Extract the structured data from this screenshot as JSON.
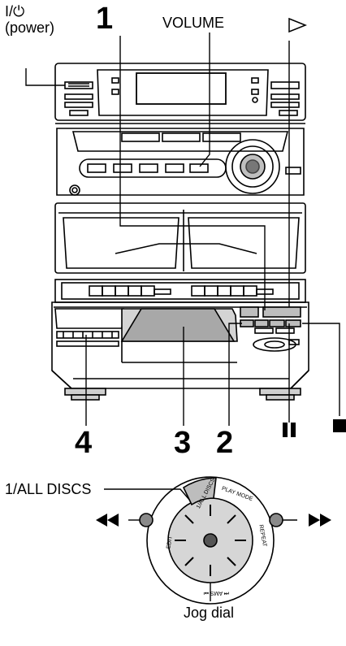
{
  "labels": {
    "power_symbol": "I/⏻",
    "power_text": "(power)",
    "volume": "VOLUME",
    "step1": "1",
    "step2": "2",
    "step3": "3",
    "step4": "4",
    "all_discs": "1/ALL DISCS",
    "jog_dial": "Jog dial"
  },
  "dial": {
    "all_discs_text": "1/ALL DISCS",
    "play_mode_text": "PLAY MODE",
    "repeat_text": "REPEAT",
    "edit_text": "EDIT",
    "ams_text": "⏮ AMS ⏭"
  }
}
